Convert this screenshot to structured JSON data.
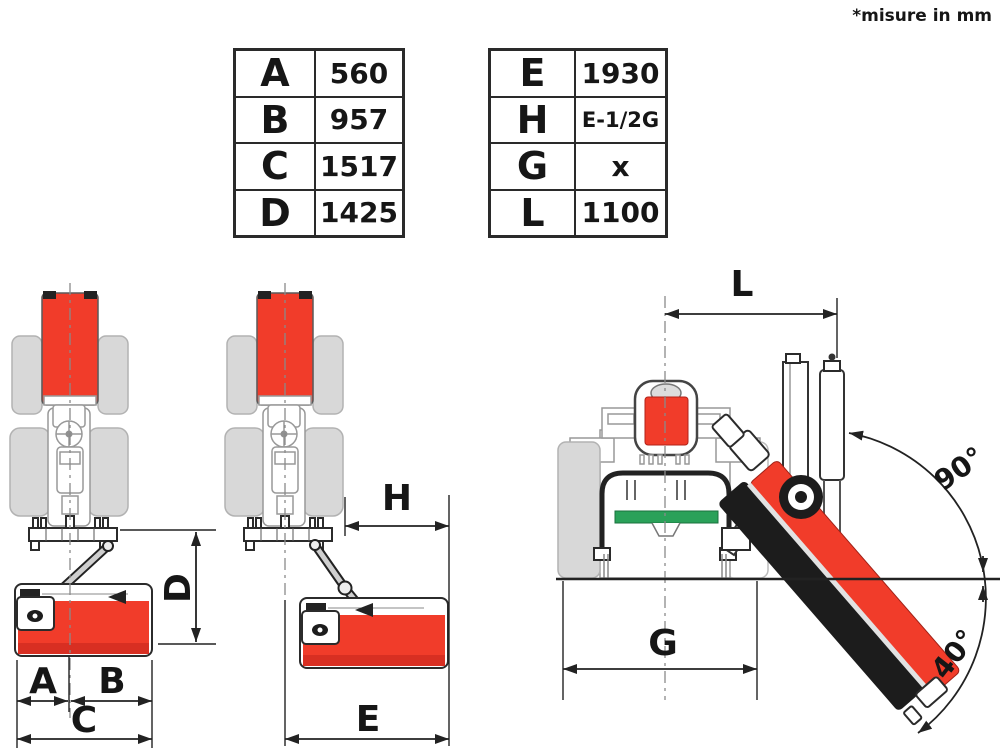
{
  "note": "*misure in mm",
  "tables": {
    "left": {
      "rows": [
        {
          "key": "A",
          "value": "560"
        },
        {
          "key": "B",
          "value": "957"
        },
        {
          "key": "C",
          "value": "1517"
        },
        {
          "key": "D",
          "value": "1425"
        }
      ]
    },
    "right": {
      "rows": [
        {
          "key": "E",
          "value": "1930"
        },
        {
          "key": "H",
          "value": "E-1/2G"
        },
        {
          "key": "G",
          "value": "x"
        },
        {
          "key": "L",
          "value": "1100"
        }
      ]
    }
  },
  "dimension_labels": {
    "a": "A",
    "b": "B",
    "c": "C",
    "d": "D",
    "e": "E",
    "h": "H",
    "g": "G",
    "l": "L",
    "angle_up": "90°",
    "angle_down": "40°"
  },
  "colors": {
    "red": "#f13c2a",
    "dark_red": "#d82f22",
    "green": "#2aa159",
    "wheel_grey": "#d8d8d8",
    "line_dark": "#222222",
    "black_band": "#1c1c1c"
  }
}
